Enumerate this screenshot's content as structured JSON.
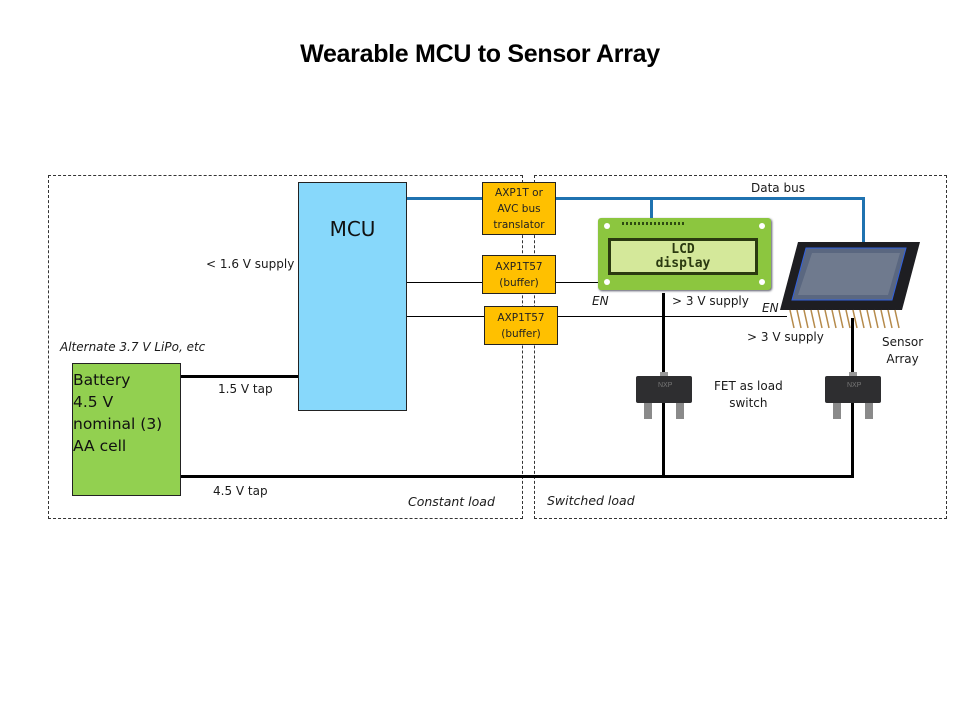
{
  "title": "Wearable MCU to Sensor Array",
  "regions": {
    "constant_load": "Constant load",
    "switched_load": "Switched load"
  },
  "blocks": {
    "mcu": "MCU",
    "battery": [
      "Battery",
      "4.5 V",
      "nominal (3)",
      "AA cell"
    ],
    "bus_translator": [
      "AXP1T or",
      "AVC bus",
      "translator"
    ],
    "buffer_1": [
      "AXP1T57",
      "(buffer)"
    ],
    "buffer_2": [
      "AXP1T57",
      "(buffer)"
    ],
    "lcd": [
      "LCD",
      "display"
    ],
    "sensor_array": [
      "Sensor",
      "Array"
    ]
  },
  "labels": {
    "mcu_supply": "< 1.6 V supply",
    "battery_alternate": "Alternate 3.7 V LiPo, etc",
    "tap_1_5": "1.5 V tap",
    "tap_4_5": "4.5 V tap",
    "data_bus": "Data bus",
    "lcd_en": "EN",
    "lcd_supply": "> 3 V supply",
    "sensor_en": "EN",
    "sensor_supply": "> 3 V supply",
    "fet_switch": [
      "FET as load",
      "switch"
    ]
  },
  "colors": {
    "mcu": "#87d8fb",
    "battery": "#92d050",
    "translator": "#ffc000",
    "data_bus": "#1f72b0",
    "lcd_board": "#8cc63f",
    "lcd_screen": "#d4e89a"
  }
}
